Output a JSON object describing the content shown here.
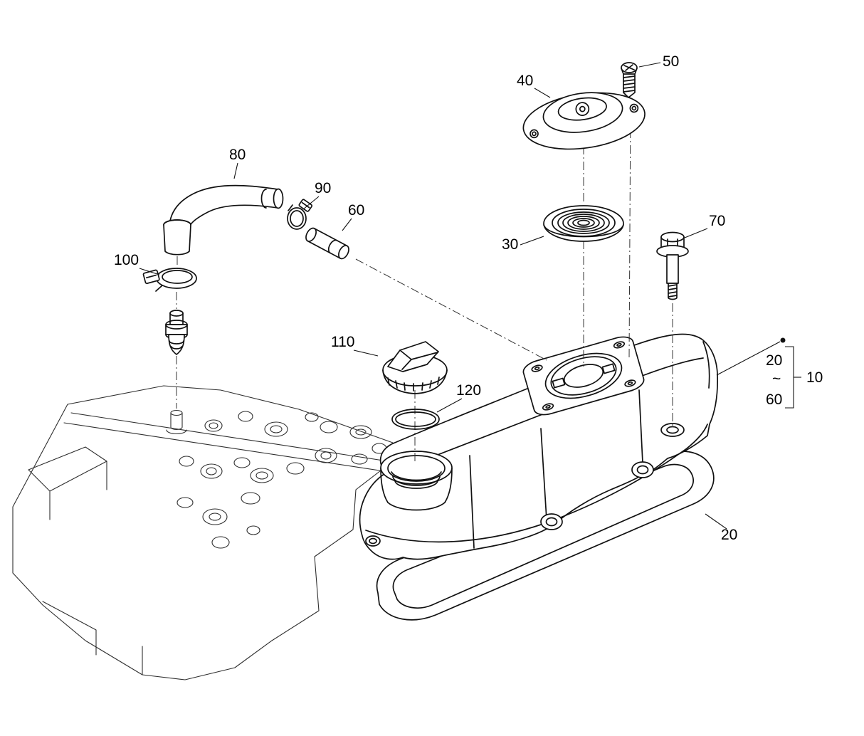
{
  "labels": {
    "part_20": "20",
    "part_30": "30",
    "part_40": "40",
    "part_50": "50",
    "part_60": "60",
    "part_70": "70",
    "part_80": "80",
    "part_90": "90",
    "part_100": "100",
    "part_110": "110",
    "part_120": "120"
  },
  "range_bracket": {
    "assembly": "10",
    "from": "20",
    "tilde": "~",
    "to": "60"
  }
}
